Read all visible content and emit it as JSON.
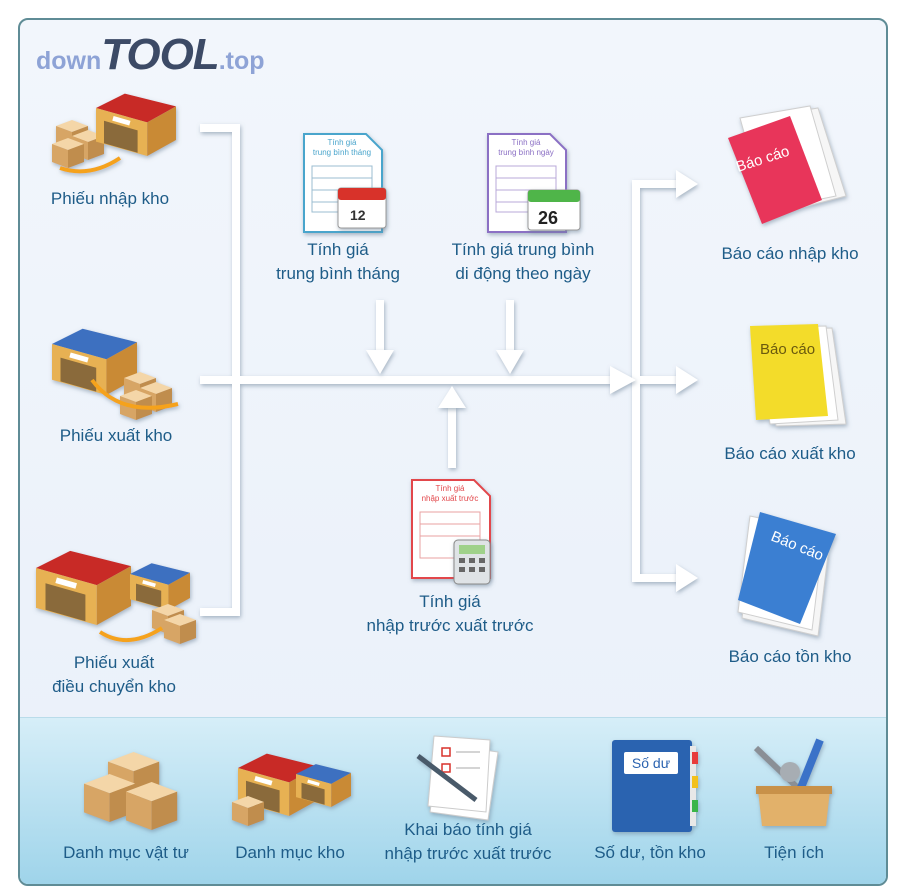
{
  "logo": {
    "part1": "down",
    "part2": "TOOL",
    "part3": ".top"
  },
  "inputs": [
    {
      "label": "Phiếu nhập kho"
    },
    {
      "label": "Phiếu xuất kho"
    },
    {
      "label_line1": "Phiếu xuất",
      "label_line2": "điều chuyển  kho"
    }
  ],
  "methods": [
    {
      "doc_line1": "Tính giá",
      "doc_line2": "trung bình tháng",
      "cal_number": "12",
      "label_line1": "Tính giá",
      "label_line2": "trung bình tháng"
    },
    {
      "doc_line1": "Tính giá",
      "doc_line2": "trung bình ngày",
      "cal_number": "26",
      "label_line1": "Tính giá trung bình",
      "label_line2": "di động theo ngày"
    },
    {
      "doc_line1": "Tính giá",
      "doc_line2": "nhập xuất trước",
      "label_line1": "Tính giá",
      "label_line2": "nhập trước xuất trước"
    }
  ],
  "reports": [
    {
      "cover_text": "Báo cáo",
      "label": "Báo cáo nhập kho",
      "color": "#e8365a"
    },
    {
      "cover_text": "Báo cáo",
      "label": "Báo cáo xuất kho",
      "color": "#f3dc2a"
    },
    {
      "cover_text": "Báo cáo",
      "label": "Báo cáo tồn kho",
      "color": "#3b7fd2"
    }
  ],
  "footer": [
    {
      "label": "Danh mục vật tư"
    },
    {
      "label": "Danh mục kho"
    },
    {
      "label_line1": "Khai báo tính giá",
      "label_line2": "nhập trước xuất trước"
    },
    {
      "label": "Số dư, tồn kho",
      "book_text": "Số dư"
    },
    {
      "label": "Tiện ích"
    }
  ],
  "colors": {
    "label": "#1e5c88",
    "arrow": "#ffffff",
    "frame": "#5f8c96",
    "warehouse_red": "#d8322c",
    "warehouse_blue": "#3d6fc0"
  }
}
